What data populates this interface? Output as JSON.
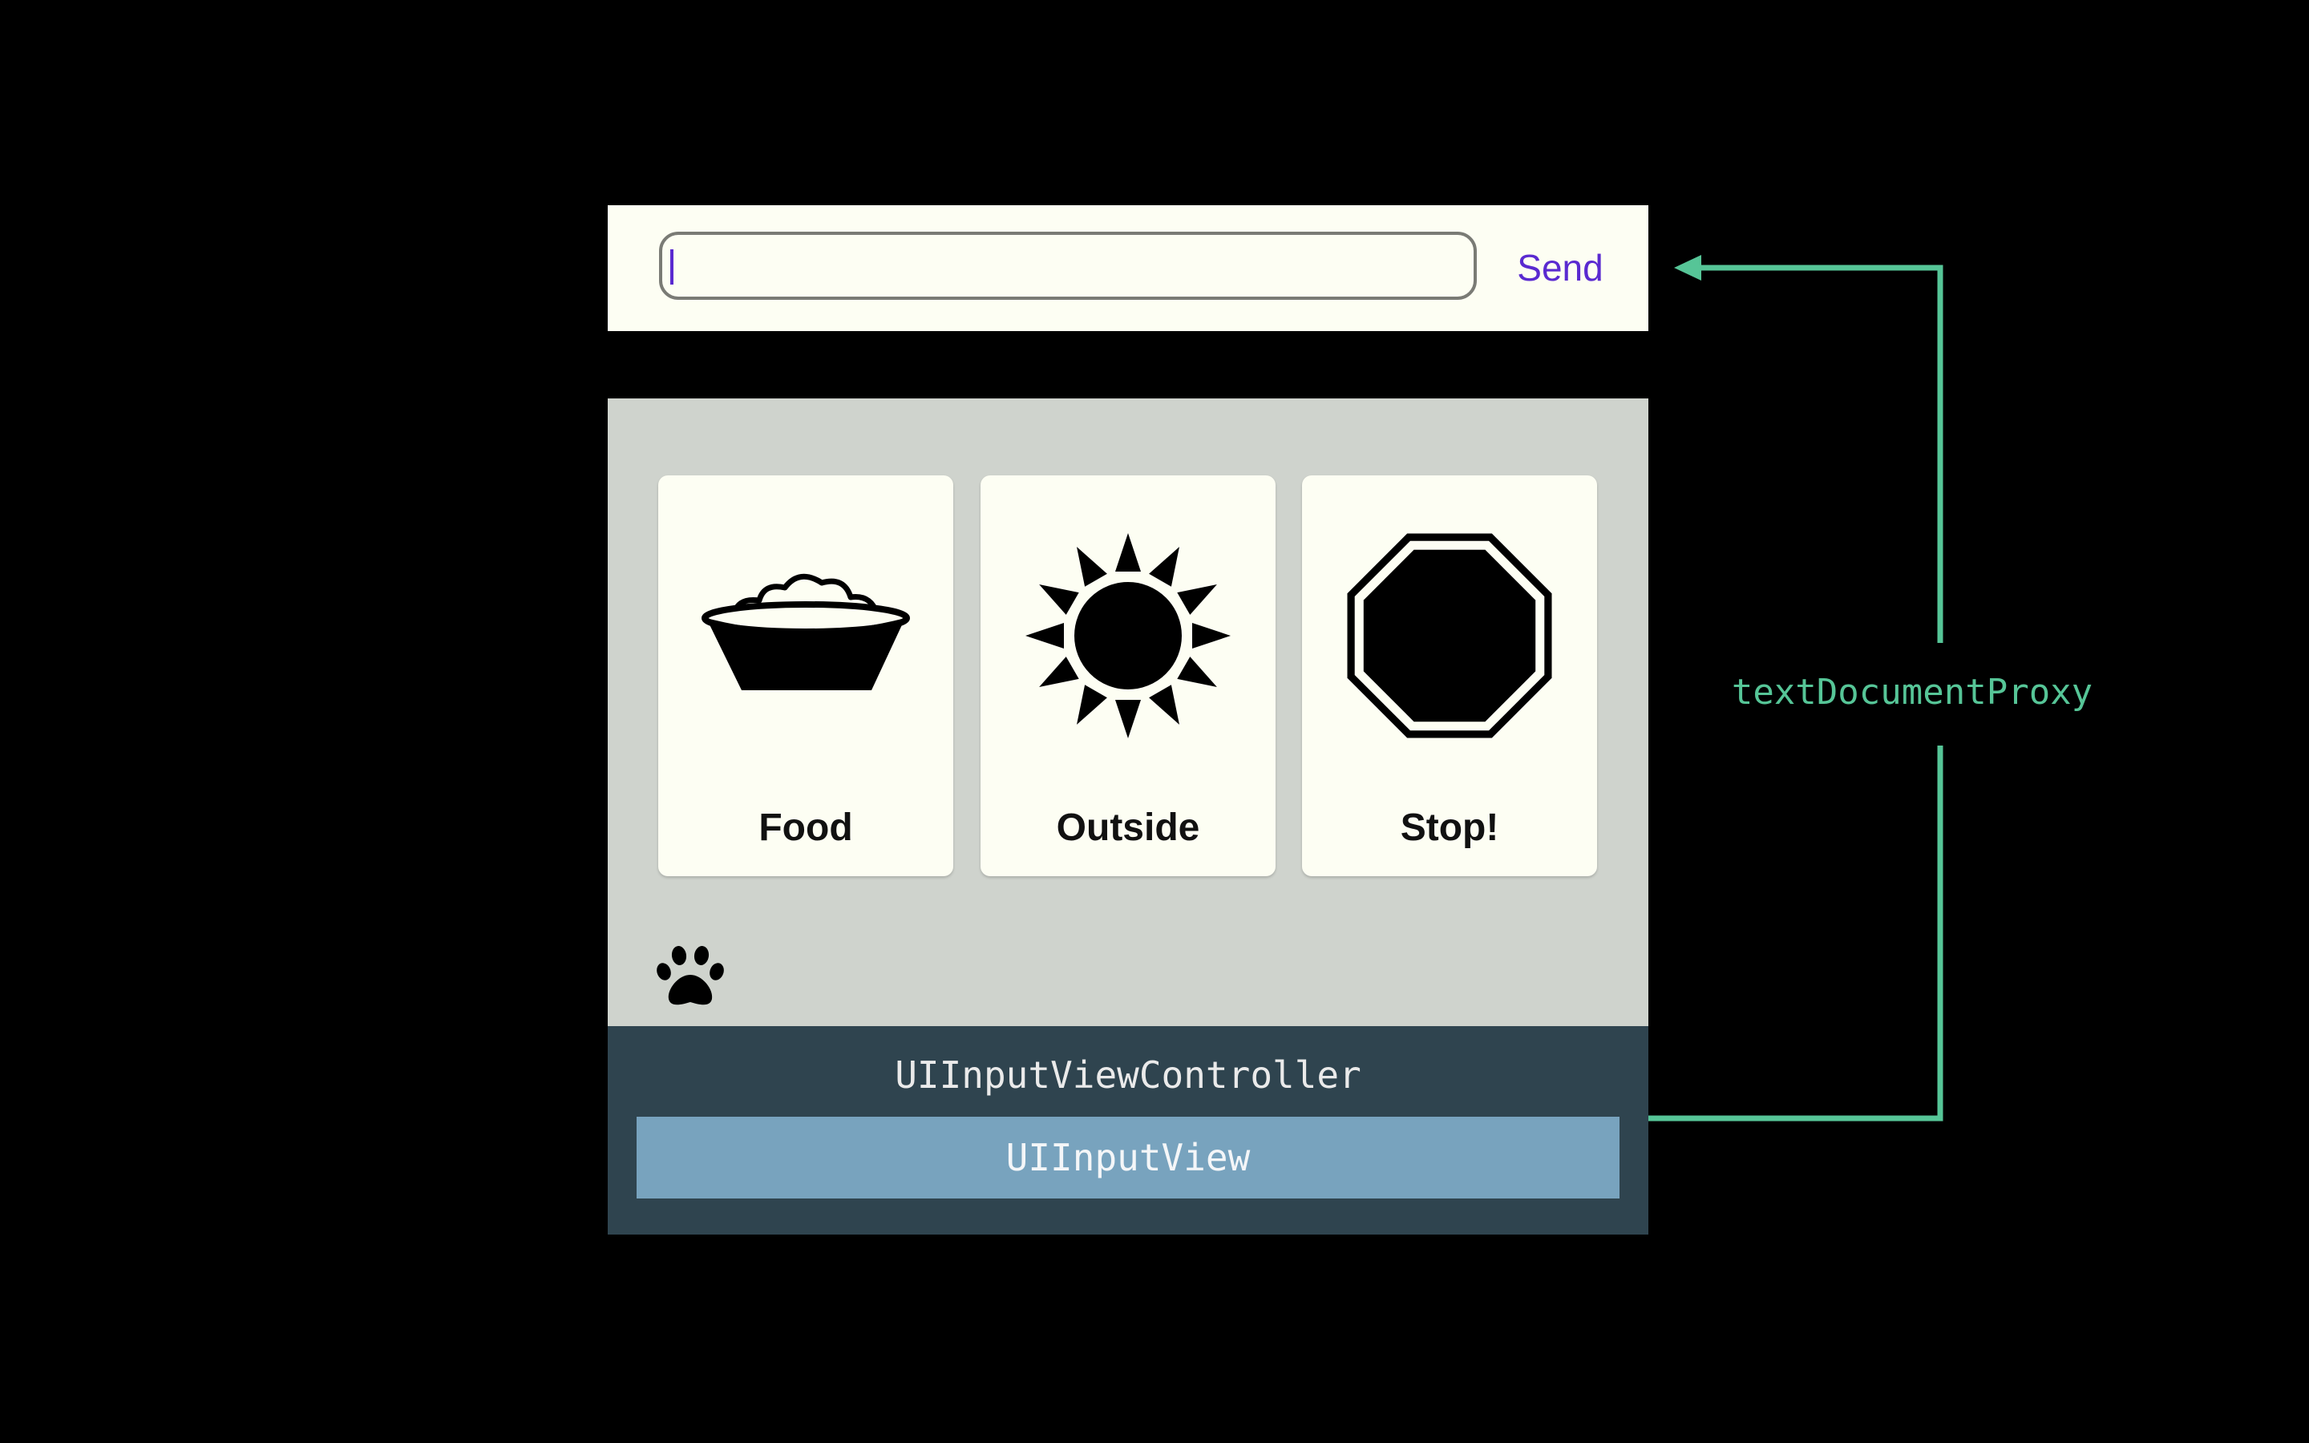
{
  "message_bar": {
    "input_value": "",
    "send_label": "Send"
  },
  "keyboard": {
    "cards": [
      {
        "label": "Food",
        "icon": "food-bowl-icon"
      },
      {
        "label": "Outside",
        "icon": "sun-icon"
      },
      {
        "label": "Stop!",
        "icon": "stop-sign-icon"
      }
    ],
    "footer_icon": "paw-icon"
  },
  "controller": {
    "controller_label": "UIInputViewController",
    "view_label": "UIInputView"
  },
  "connector": {
    "label": "textDocumentProxy"
  },
  "colors": {
    "background": "#000000",
    "message_bar": "#fdfef3",
    "accent": "#5a2ad0",
    "keyboard_panel": "#cfd3cd",
    "controller": "#2f444f",
    "input_view": "#78a3be",
    "connector": "#56c597"
  }
}
